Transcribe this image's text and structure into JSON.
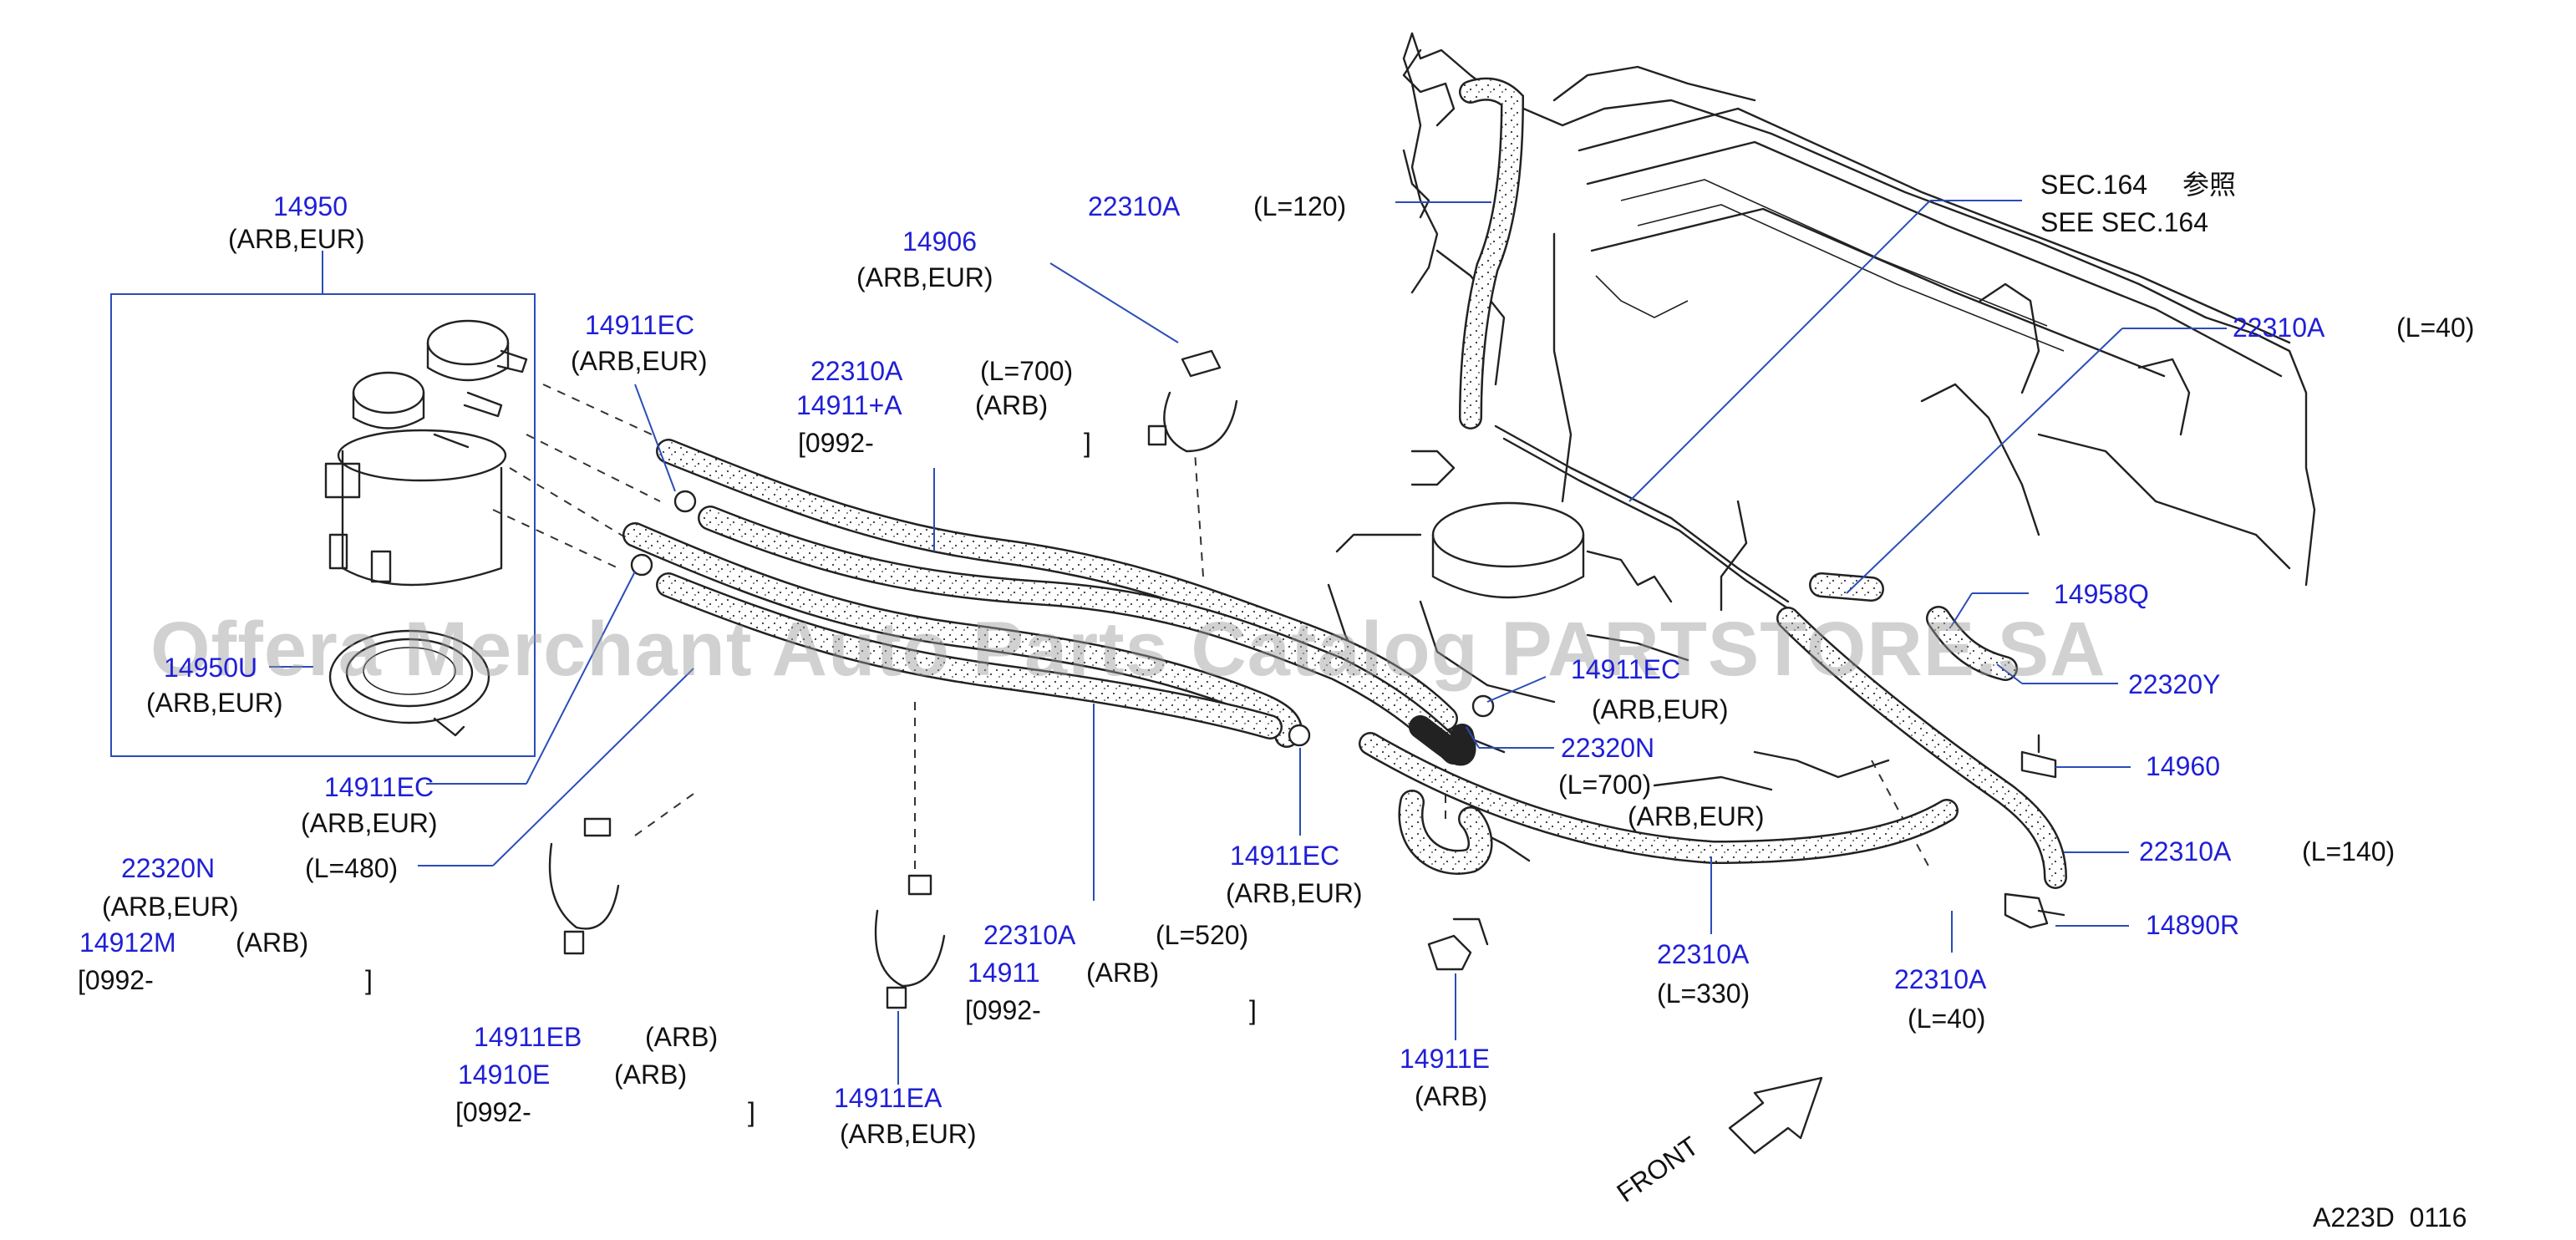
{
  "watermark": "Offera Merchant Auto Parts Catalog PARTSTORE.SA",
  "footer_code": "A223D  0116",
  "front_label": "FRONT",
  "labels": {
    "p14950": "14950",
    "p14950_sub": "(ARB,EUR)",
    "p14950u": "14950U",
    "p14950u_sub": "(ARB,EUR)",
    "p14911ec_a": "14911EC",
    "p14911ec_a_sub": "(ARB,EUR)",
    "p22310a_700": "22310A",
    "p22310a_700_len": "(L=700)",
    "p14911a": "14911+A",
    "p14911a_sub": "(ARB)",
    "p14911a_date": "[0992-",
    "p14911a_bracket": "]",
    "p14906": "14906",
    "p14906_sub": "(ARB,EUR)",
    "p22310a_120": "22310A",
    "p22310a_120_len": "(L=120)",
    "sec_jp": "SEC.164",
    "sec_jp_kanji": "参照",
    "sec_en": "SEE   SEC.164",
    "p22310a_40top": "22310A",
    "p22310a_40top_len": "(L=40)",
    "p14958q": "14958Q",
    "p22320y": "22320Y",
    "p14960": "14960",
    "p22310a_140": "22310A",
    "p22310a_140_len": "(L=140)",
    "p14890r": "14890R",
    "p22310a_40bot": "22310A",
    "p22310a_40bot_len": "(L=40)",
    "p14911ec_b": "14911EC",
    "p14911ec_b_sub": "(ARB,EUR)",
    "p22320n_mid": "22320N",
    "p22320n_mid_len": "(L=700)",
    "p22320n_mid_sub": "(ARB,EUR)",
    "p22310a_330": "22310A",
    "p22310a_330_len": "(L=330)",
    "p14911e": "14911E",
    "p14911e_sub": "(ARB)",
    "p14911ec_c": "14911EC",
    "p14911ec_c_sub": "(ARB,EUR)",
    "p22310a_520": "22310A",
    "p22310a_520_len": "(L=520)",
    "p14911": "14911",
    "p14911_sub": "(ARB)",
    "p14911_date": "[0992-",
    "p14911_bracket": "]",
    "p14911ea": "14911EA",
    "p14911ea_sub": "(ARB,EUR)",
    "p14911eb": "14911EB",
    "p14911eb_sub": "(ARB)",
    "p14910e": "14910E",
    "p14910e_sub": "(ARB)",
    "p14910e_date": "[0992-",
    "p14910e_bracket": "]",
    "p14911ec_d": "14911EC",
    "p14911ec_d_sub": "(ARB,EUR)",
    "p22320n_left": "22320N",
    "p22320n_left_len": "(L=480)",
    "p22320n_left_sub": "(ARB,EUR)",
    "p14912m": "14912M",
    "p14912m_sub": "(ARB)",
    "p14912m_date": "[0992-",
    "p14912m_bracket": "]"
  },
  "colors": {
    "part_number": "#1f1fd6",
    "text": "#111111",
    "leader": "#2a4db8",
    "watermark": "#9a9a9a"
  }
}
